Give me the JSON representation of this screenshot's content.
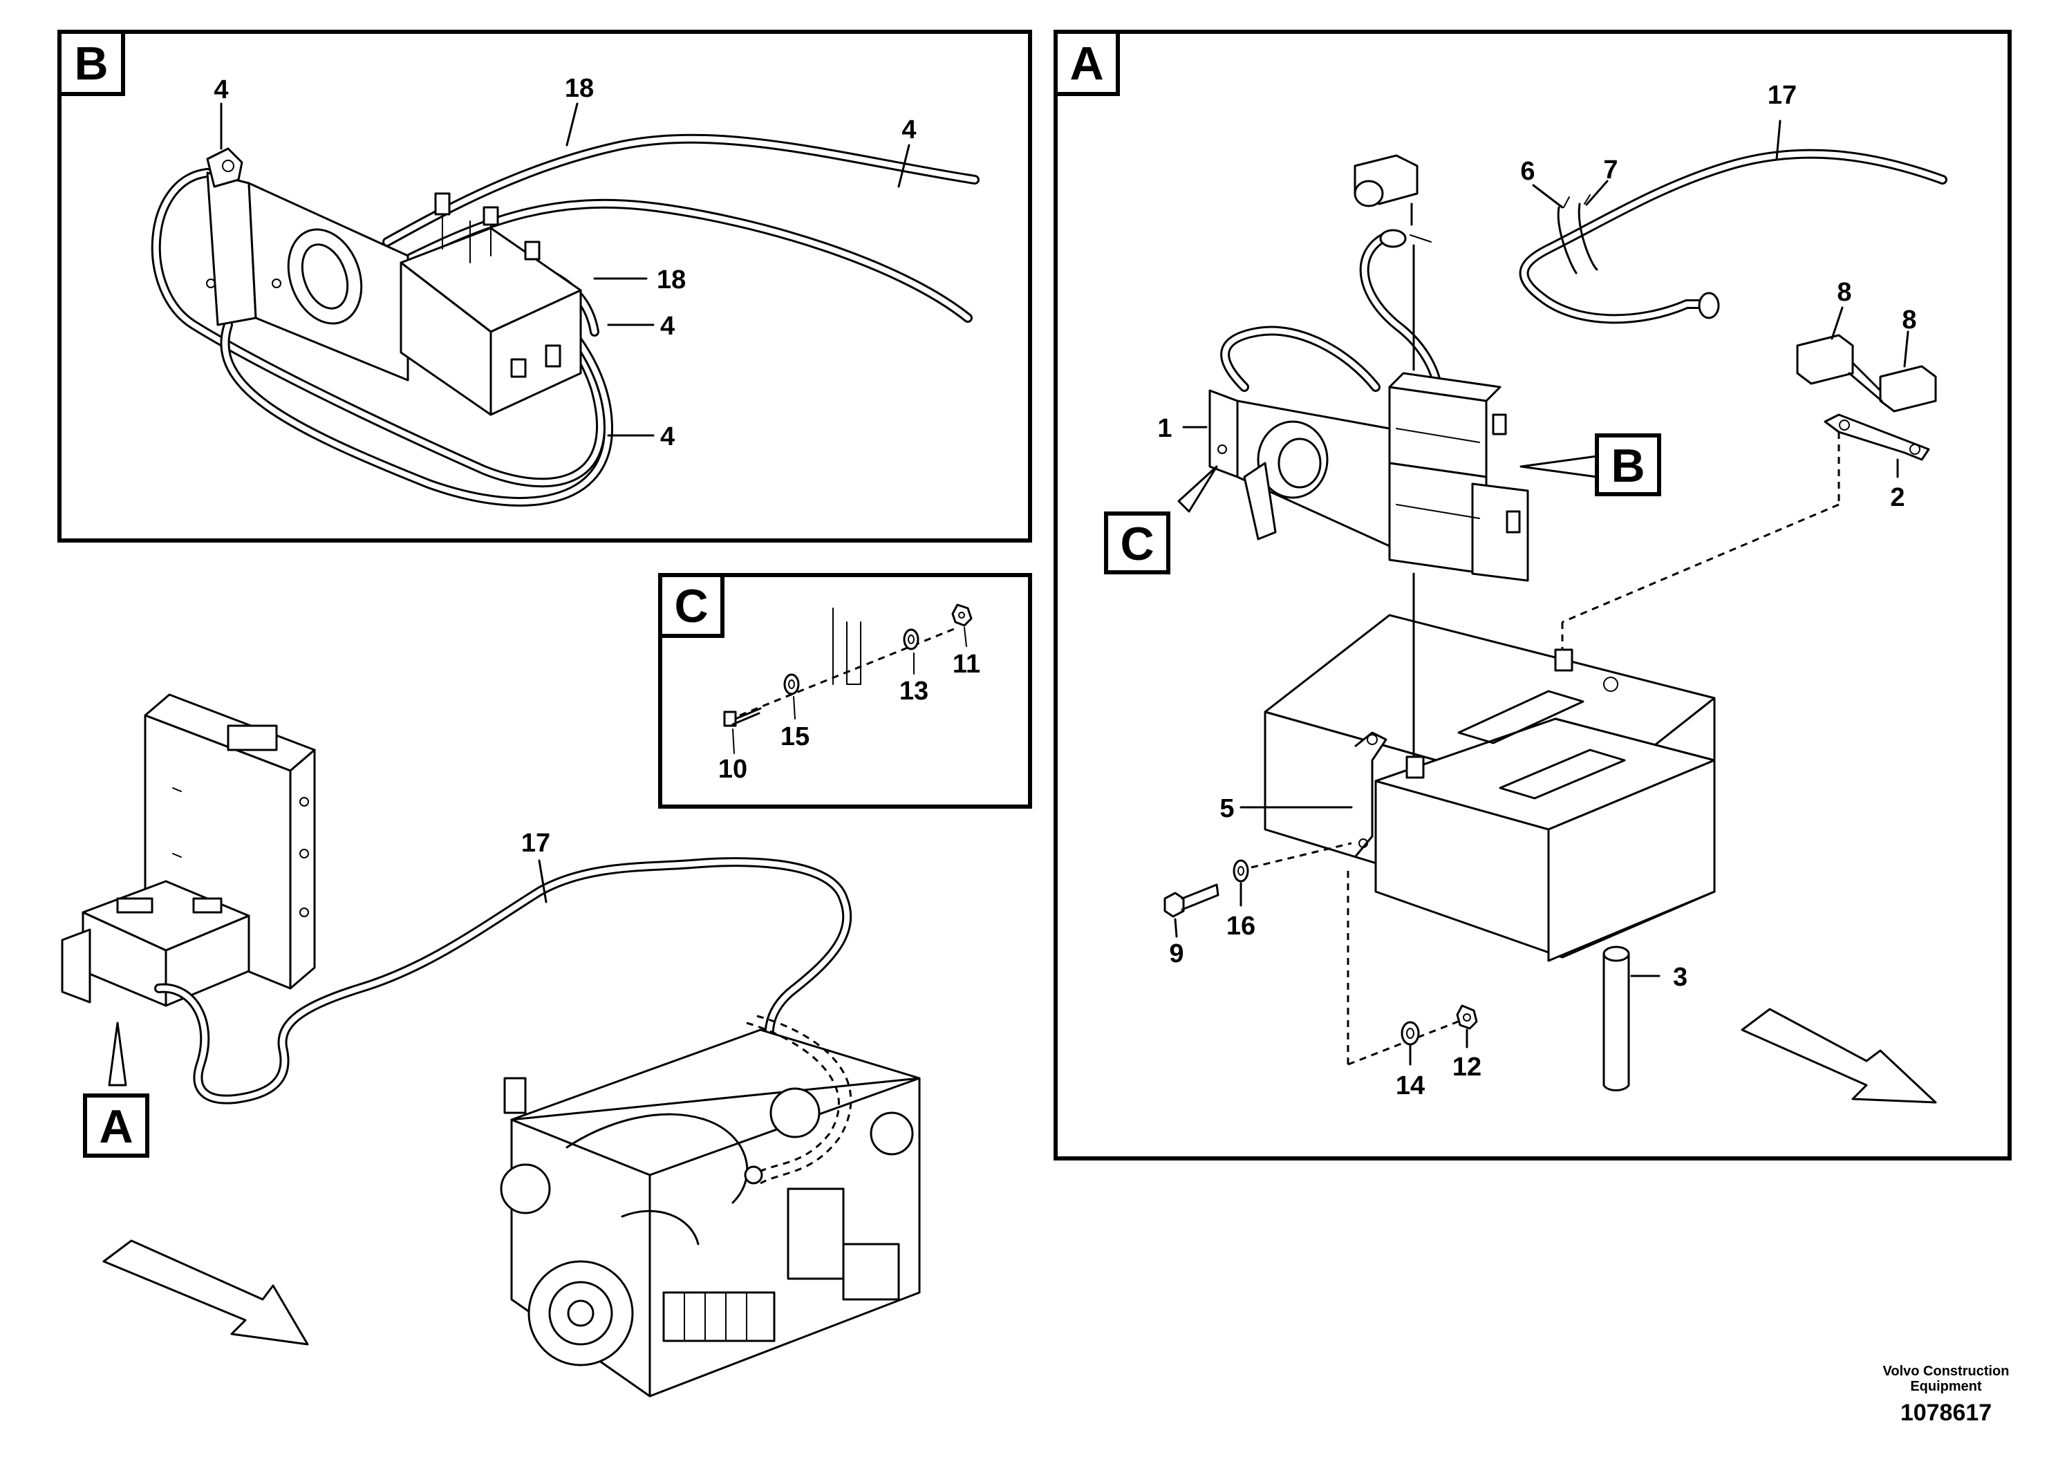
{
  "views": {
    "a": {
      "label": "A"
    },
    "b": {
      "label": "B"
    },
    "c": {
      "label": "C"
    }
  },
  "overview": {
    "box_label": "A",
    "cable_callout": "17"
  },
  "detail_b": {
    "callouts": [
      "4",
      "18",
      "4",
      "18",
      "4",
      "4"
    ]
  },
  "detail_a": {
    "callouts": {
      "item1": "1",
      "item2": "2",
      "item3": "3",
      "item5": "5",
      "item6": "6",
      "item7": "7",
      "item8a": "8",
      "item8b": "8",
      "item9": "9",
      "item12": "12",
      "item14": "14",
      "item16": "16",
      "item17": "17"
    },
    "ref_b": "B",
    "ref_c": "C"
  },
  "detail_c": {
    "callouts": {
      "item10": "10",
      "item11": "11",
      "item13": "13",
      "item15": "15"
    }
  },
  "footer": {
    "company_line1": "Volvo Construction",
    "company_line2": "Equipment",
    "document_number": "1078617"
  },
  "icons": {
    "direction_arrow": "forward-direction-arrow-icon",
    "section_pointer": "pointer-arrow-icon"
  }
}
